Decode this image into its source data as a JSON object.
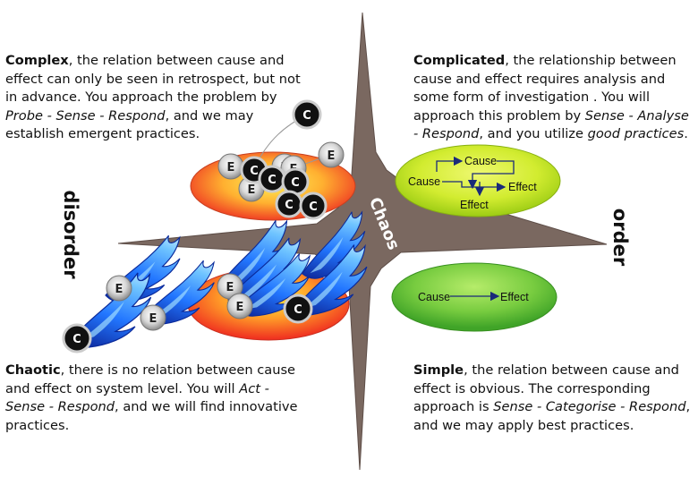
{
  "quadrants": {
    "complex": {
      "title": "Complex",
      "text1": ", the relation between cause and effect can only be seen in retrospect, but not in advance. You approach the problem by ",
      "method": "Probe - Sense - Respond",
      "text2": ", and we may establish emergent practices."
    },
    "complicated": {
      "title": "Complicated",
      "text1": ", the relationship between cause and effect requires analysis and some form of investigation . You will approach this problem by ",
      "method": "Sense - Analyse - Respond",
      "text2": ", and you utilize ",
      "practice": "good practices",
      "text3": "."
    },
    "chaotic": {
      "title": "Chaotic",
      "text1": ", there is no relation between cause and effect on system level. You will ",
      "method": "Act - Sense - Respond",
      "text2": ", and we will find innovative practices."
    },
    "simple": {
      "title": "Simple",
      "text1": ", the relation between cause and effect is obvious. The corresponding approach is ",
      "method": "Sense - Categorise - Respond",
      "text2": ", and we may apply best practices."
    }
  },
  "labels": {
    "disorder": "disorder",
    "order": "order",
    "chaos": "Chaos"
  },
  "complicated_diagram": {
    "cause_top": "Cause",
    "cause_left": "Cause",
    "effect_right": "Effect",
    "effect_bottom": "Effect"
  },
  "simple_diagram": {
    "cause": "Cause",
    "effect": "Effect"
  },
  "tokens": {
    "cause": "C",
    "effect": "E"
  },
  "colors": {
    "star": "#7a6860",
    "complex_ellipse_center": "#fff35a",
    "complex_ellipse_edge": "#f04024",
    "complicated_ellipse_center": "#eaf76a",
    "complicated_ellipse_edge": "#9ccc14",
    "simple_ellipse_center": "#a8e860",
    "simple_ellipse_edge": "#44a824",
    "flame": "#1e7cff"
  }
}
